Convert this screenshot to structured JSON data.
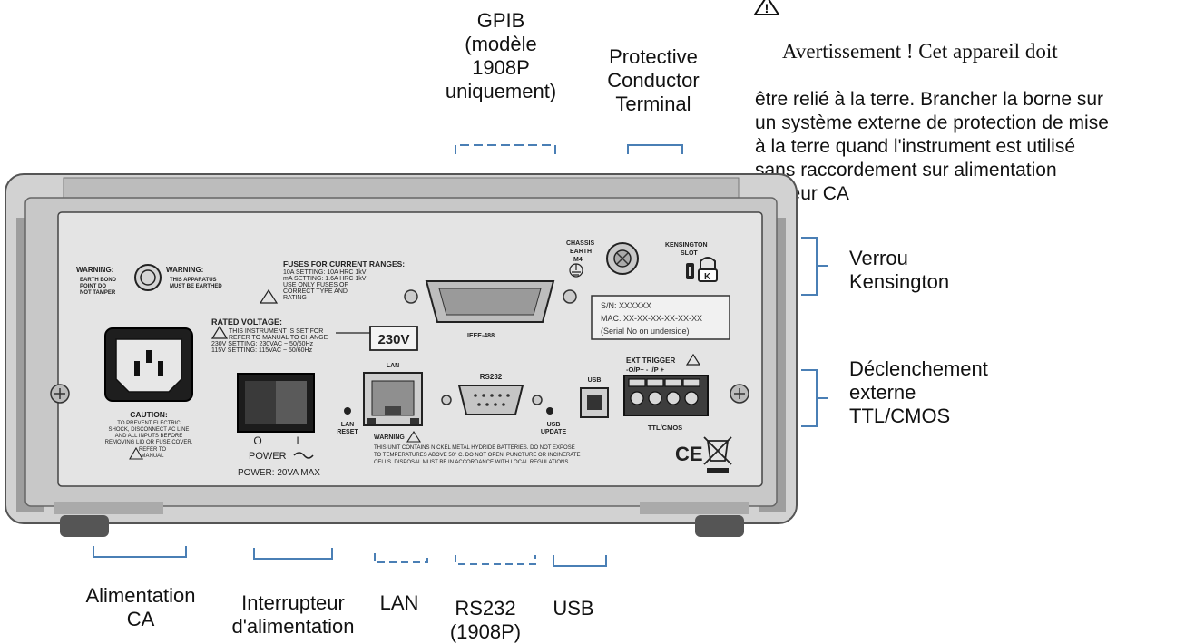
{
  "callouts": {
    "gpib": "GPIB\n(modèle\n1908P\nuniquement)",
    "protective": "Protective\nConductor\nTerminal",
    "kensington_lock": "Verrou\nKensington",
    "ext_trigger": "Déclenchement\nexterne\nTTL/CMOS",
    "ac_power": "Alimentation\nCA",
    "power_switch": "Interrupteur\nd'alimentation",
    "lan": "LAN",
    "rs232": "RS232\n(1908P)",
    "usb": "USB"
  },
  "warning_note": {
    "first_line": "Avertissement ! Cet appareil doit",
    "rest": "être relié à la terre. Brancher la borne sur\nun système externe de protection de mise\nà la terre quand l'instrument est utilisé\nsans raccordement sur alimentation\nsecteur CA"
  },
  "panel": {
    "warning1_title": "WARNING:",
    "warning1_l1": "EARTH BOND",
    "warning1_l2": "POINT DO",
    "warning1_l3": "NOT TAMPER",
    "warning2_title": "WARNING:",
    "warning2_l1": "THIS APPARATUS",
    "warning2_l2": "MUST BE EARTHED",
    "fuses_title": "FUSES FOR CURRENT RANGES:",
    "fuses_l1": "10A SETTING: 10A HRC 1kV",
    "fuses_l2": "mA SETTING: 1.6A HRC 1kV",
    "fuses_l3": "USE ONLY FUSES OF",
    "fuses_l4": "CORRECT TYPE AND",
    "fuses_l5": "RATING",
    "rated_title": "RATED VOLTAGE:",
    "rated_l1": "THIS INSTRUMENT IS SET FOR",
    "rated_l2": "REFER TO MANUAL TO CHANGE",
    "rated_l3": "230V SETTING: 230VAC ~ 50/60Hz",
    "rated_l4": "115V SETTING: 115VAC ~ 50/60Hz",
    "voltage_box": "230V",
    "ieee": "IEEE-488",
    "chassis_l1": "CHASSIS",
    "chassis_l2": "EARTH",
    "chassis_l3": "M4",
    "kens_l1": "KENSINGTON",
    "kens_l2": "SLOT",
    "serial_l1": "S/N: XXXXXX",
    "serial_l2": "MAC: XX-XX-XX-XX-XX-XX",
    "serial_l3": "(Serial No on underside)",
    "ext_trigger": "EXT TRIGGER",
    "ext_pins": "-O/P+  - I/P +",
    "ttl": "TTL/CMOS",
    "usb": "USB",
    "usb_update_l1": "USB",
    "usb_update_l2": "UPDATE",
    "rs232": "RS232",
    "lan": "LAN",
    "lan_reset_l1": "LAN",
    "lan_reset_l2": "RESET",
    "caution_title": "CAUTION:",
    "caution_l1": "TO PREVENT ELECTRIC",
    "caution_l2": "SHOCK, DISCONNECT AC LINE",
    "caution_l3": "AND ALL INPUTS BEFORE",
    "caution_l4": "REMOVING LID OR FUSE COVER.",
    "caution_l5": "REFER TO",
    "caution_l6": "MANUAL",
    "switch_off": "O",
    "switch_on": "I",
    "power": "POWER",
    "power_rating": "POWER: 20VA MAX",
    "battery_title": "WARNING",
    "battery_l1": "THIS UNIT CONTAINS NICKEL METAL HYDRIDE BATTERIES. DO NOT EXPOSE",
    "battery_l2": "TO TEMPERATURES ABOVE 50° C. DO NOT OPEN, PUNCTURE OR INCINERATE",
    "battery_l3": "CELLS. DISPOSAL MUST BE IN ACCORDANCE WITH LOCAL REGULATIONS.",
    "ce": "CE",
    "kens_k": "K"
  },
  "colors": {
    "bracket": "#4a7fb5",
    "panel_face": "#e4e4e4",
    "panel_frame": "#c8c8c8",
    "dark": "#222222"
  }
}
